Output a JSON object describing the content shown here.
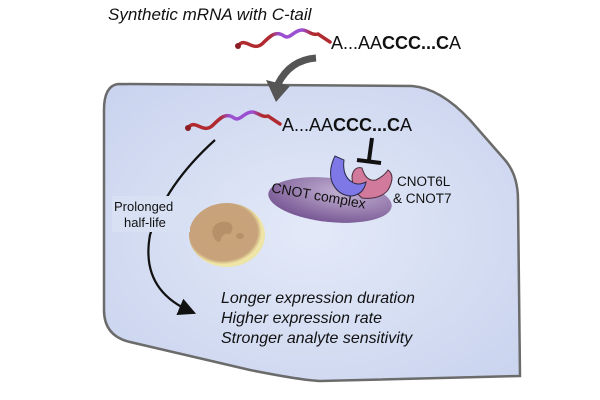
{
  "title": "Synthetic mRNA with C-tail",
  "tail_sequence": {
    "prefix": "A...AA",
    "ccc": "CCC",
    "dots": "...",
    "c": "C",
    "end": "A"
  },
  "labels": {
    "complex": "CNOT complex",
    "enzymes_line1": "CNOT6L",
    "enzymes_line2": "& CNOT7",
    "halflife_line1": "Prolonged",
    "halflife_line2": "half-life"
  },
  "outcomes": [
    "Longer expression duration",
    "Higher expression rate",
    "Stronger analyte sensitivity"
  ],
  "colors": {
    "cell_fill": "#d3dcf2",
    "cell_stroke": "#6b6b6b",
    "mrna_red": "#b02a30",
    "mrna_purple": "#9b4fd1",
    "cnot_complex": "#8c6fa6",
    "cnot6l": "#7d78e6",
    "cnot7": "#d27a9c",
    "nucleus": "#c9a47a",
    "arrow_gray": "#555555"
  }
}
